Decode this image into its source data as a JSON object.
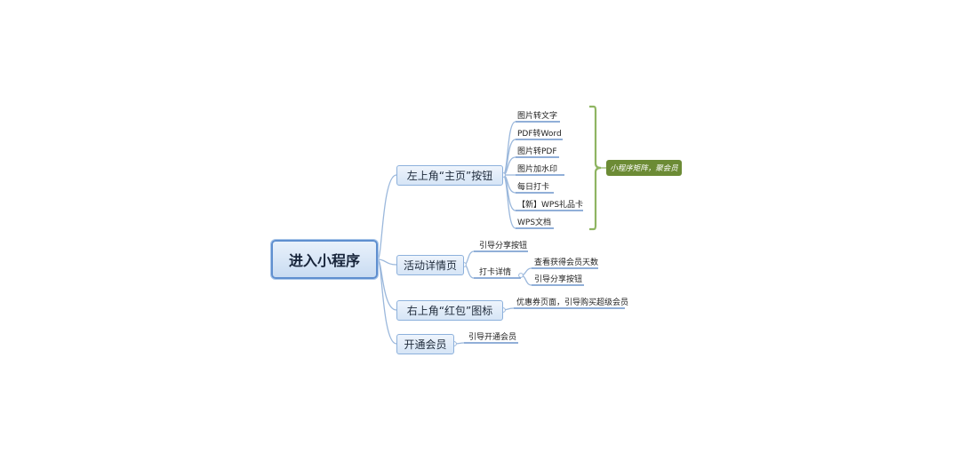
{
  "root": {
    "label": "进入小程序"
  },
  "branches": [
    {
      "label": "左上角“主页”按钮",
      "children": [
        "图片转文字",
        "PDF转Word",
        "图片转PDF",
        "图片加水印",
        "每日打卡",
        "【新】WPS礼品卡",
        "WPS文档"
      ],
      "callout": "小程序矩阵，聚会员"
    },
    {
      "label": "活动详情页",
      "children": [
        {
          "label": "引导分享按钮"
        },
        {
          "label": "打卡详情",
          "children": [
            "查看获得会员天数",
            "引导分享按钮"
          ]
        }
      ]
    },
    {
      "label": "右上角“红包”图标",
      "children": [
        "优惠券页面，引导购买超级会员"
      ]
    },
    {
      "label": "开通会员",
      "children": [
        "引导开通会员"
      ]
    }
  ],
  "colors": {
    "connector": "#9bb8dc",
    "underline": "#4f7fc0",
    "bracket": "#8fb562",
    "callout_bg": "#6c8b35"
  }
}
